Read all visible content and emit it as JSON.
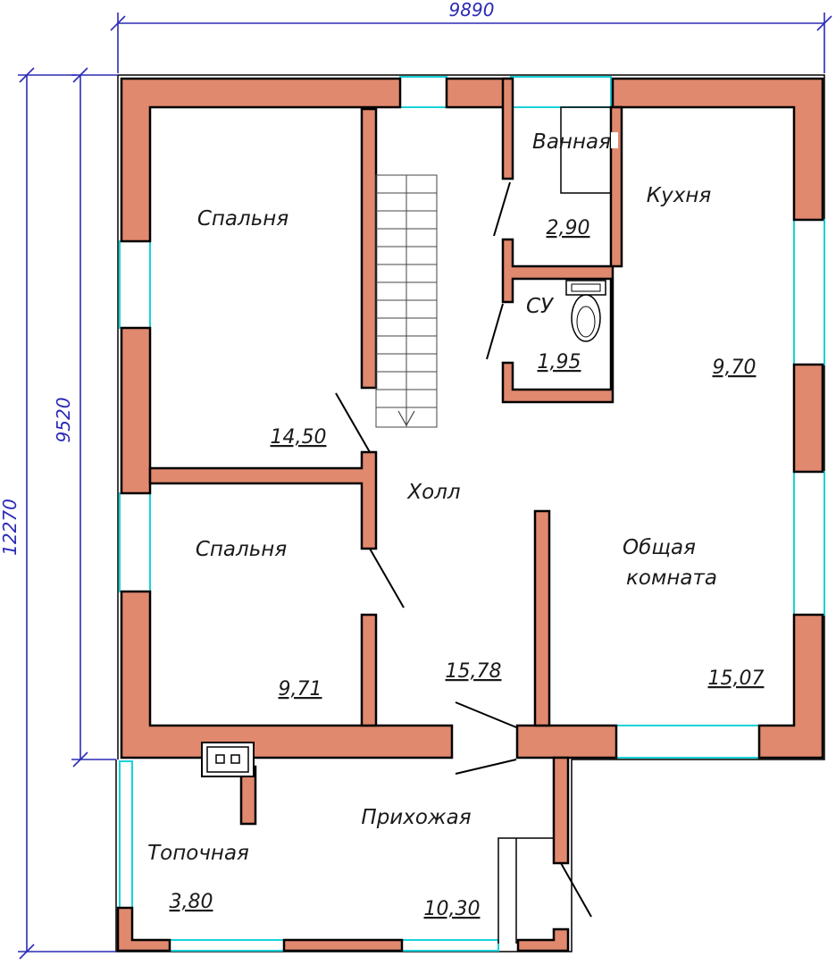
{
  "dimensions": {
    "overall_width": "9890",
    "inner_height": "9520",
    "overall_height": "12270"
  },
  "rooms": [
    {
      "id": "bedroom-top",
      "name": "Спальня",
      "area": "14,50"
    },
    {
      "id": "bathroom",
      "name": "Ванная",
      "area": "2,90"
    },
    {
      "id": "wc",
      "name": "СУ",
      "area": "1,95"
    },
    {
      "id": "kitchen",
      "name": "Кухня",
      "area": "9,70"
    },
    {
      "id": "hall",
      "name": "Холл",
      "area": "15,78"
    },
    {
      "id": "bedroom-bottom",
      "name": "Спальня",
      "area": "9,71"
    },
    {
      "id": "living-room",
      "name": "Общая",
      "name2": "комната",
      "area": "15,07"
    },
    {
      "id": "entrance",
      "name": "Прихожая",
      "area": "10,30"
    },
    {
      "id": "boiler-room",
      "name": "Топочная",
      "area": "3,80"
    }
  ],
  "colors": {
    "wall_fill": "#e0896e",
    "window": "#19d2d8",
    "dimension": "#2b2bb5"
  }
}
